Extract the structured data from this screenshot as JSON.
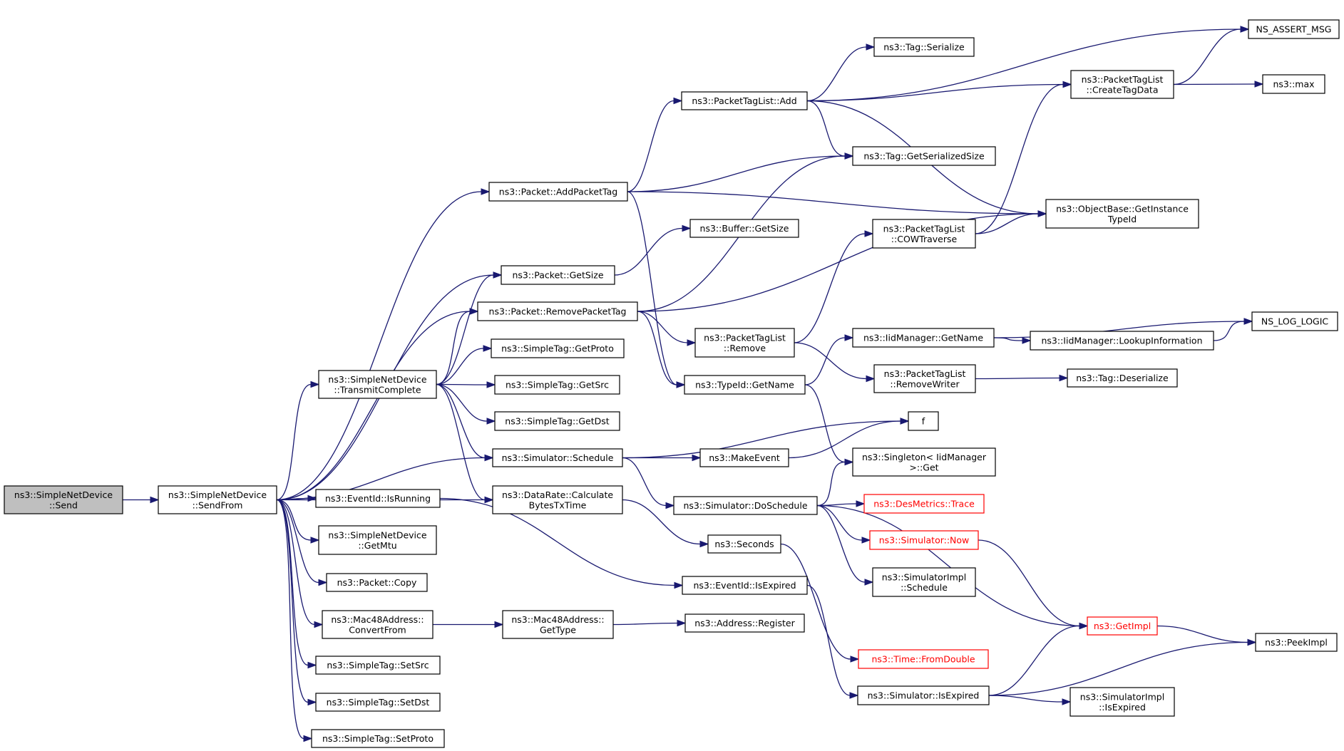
{
  "graph": {
    "colors": {
      "edge": "#191970",
      "node_border": "#000000",
      "root_fill": "#bfbfbf",
      "truncated_border": "#ff0000",
      "truncated_text": "#ff0000",
      "background": "#ffffff"
    },
    "nodes": [
      {
        "id": "send",
        "lines": [
          "ns3::SimpleNetDevice",
          "::Send"
        ],
        "root": true
      },
      {
        "id": "sendfrom",
        "lines": [
          "ns3::SimpleNetDevice",
          "::SendFrom"
        ]
      },
      {
        "id": "txcomplete",
        "lines": [
          "ns3::SimpleNetDevice",
          "::TransmitComplete"
        ]
      },
      {
        "id": "isrunning",
        "lines": [
          "ns3::EventId::IsRunning"
        ]
      },
      {
        "id": "getmtu",
        "lines": [
          "ns3::SimpleNetDevice",
          "::GetMtu"
        ]
      },
      {
        "id": "pcopy",
        "lines": [
          "ns3::Packet::Copy"
        ]
      },
      {
        "id": "convfrom",
        "lines": [
          "ns3::Mac48Address::",
          "ConvertFrom"
        ]
      },
      {
        "id": "setsrc",
        "lines": [
          "ns3::SimpleTag::SetSrc"
        ]
      },
      {
        "id": "setdst",
        "lines": [
          "ns3::SimpleTag::SetDst"
        ]
      },
      {
        "id": "setproto",
        "lines": [
          "ns3::SimpleTag::SetProto"
        ]
      },
      {
        "id": "addpkttag",
        "lines": [
          "ns3::Packet::AddPacketTag"
        ]
      },
      {
        "id": "pgetsize",
        "lines": [
          "ns3::Packet::GetSize"
        ]
      },
      {
        "id": "rmpkttag",
        "lines": [
          "ns3::Packet::RemovePacketTag"
        ]
      },
      {
        "id": "getproto",
        "lines": [
          "ns3::SimpleTag::GetProto"
        ]
      },
      {
        "id": "getsrc",
        "lines": [
          "ns3::SimpleTag::GetSrc"
        ]
      },
      {
        "id": "getdst",
        "lines": [
          "ns3::SimpleTag::GetDst"
        ]
      },
      {
        "id": "schedule",
        "lines": [
          "ns3::Simulator::Schedule"
        ]
      },
      {
        "id": "calcbytes",
        "lines": [
          "ns3::DataRate::Calculate",
          "BytesTxTime"
        ]
      },
      {
        "id": "mgettype",
        "lines": [
          "ns3::Mac48Address::",
          "GetType"
        ]
      },
      {
        "id": "ptladd",
        "lines": [
          "ns3::PacketTagList::Add"
        ]
      },
      {
        "id": "bufgetsize",
        "lines": [
          "ns3::Buffer::GetSize"
        ]
      },
      {
        "id": "ptlremove",
        "lines": [
          "ns3::PacketTagList",
          "::Remove"
        ]
      },
      {
        "id": "typeidgetname",
        "lines": [
          "ns3::TypeId::GetName"
        ]
      },
      {
        "id": "makeevent",
        "lines": [
          "ns3::MakeEvent"
        ]
      },
      {
        "id": "doschedule",
        "lines": [
          "ns3::Simulator::DoSchedule"
        ]
      },
      {
        "id": "seconds",
        "lines": [
          "ns3::Seconds"
        ]
      },
      {
        "id": "evisexpired",
        "lines": [
          "ns3::EventId::IsExpired"
        ]
      },
      {
        "id": "addrregister",
        "lines": [
          "ns3::Address::Register"
        ]
      },
      {
        "id": "tagserialize",
        "lines": [
          "ns3::Tag::Serialize"
        ]
      },
      {
        "id": "taggetsersize",
        "lines": [
          "ns3::Tag::GetSerializedSize"
        ]
      },
      {
        "id": "cowtraverse",
        "lines": [
          "ns3::PacketTagList",
          "::COWTraverse"
        ]
      },
      {
        "id": "iidgetname",
        "lines": [
          "ns3::IidManager::GetName"
        ]
      },
      {
        "id": "removewriter",
        "lines": [
          "ns3::PacketTagList",
          "::RemoveWriter"
        ]
      },
      {
        "id": "f",
        "lines": [
          "f"
        ]
      },
      {
        "id": "singleton",
        "lines": [
          "ns3::Singleton< IidManager",
          ">::Get"
        ]
      },
      {
        "id": "desmetrics",
        "lines": [
          "ns3::DesMetrics::Trace"
        ],
        "truncated": true
      },
      {
        "id": "simnow",
        "lines": [
          "ns3::Simulator::Now"
        ],
        "truncated": true
      },
      {
        "id": "simimplsched",
        "lines": [
          "ns3::SimulatorImpl",
          "::Schedule"
        ]
      },
      {
        "id": "timefromdouble",
        "lines": [
          "ns3::Time::FromDouble"
        ],
        "truncated": true
      },
      {
        "id": "simisexpired",
        "lines": [
          "ns3::Simulator::IsExpired"
        ]
      },
      {
        "id": "createtagdata",
        "lines": [
          "ns3::PacketTagList",
          "::CreateTagData"
        ]
      },
      {
        "id": "objgetinst",
        "lines": [
          "ns3::ObjectBase::GetInstance",
          "TypeId"
        ]
      },
      {
        "id": "lookupinfo",
        "lines": [
          "ns3::IidManager::LookupInformation"
        ]
      },
      {
        "id": "tagdeser",
        "lines": [
          "ns3::Tag::Deserialize"
        ]
      },
      {
        "id": "getimpl",
        "lines": [
          "ns3::GetImpl"
        ],
        "truncated": true
      },
      {
        "id": "simimplisexp",
        "lines": [
          "ns3::SimulatorImpl",
          "::IsExpired"
        ]
      },
      {
        "id": "assertmsg",
        "lines": [
          "NS_ASSERT_MSG"
        ]
      },
      {
        "id": "max",
        "lines": [
          "ns3::max"
        ]
      },
      {
        "id": "loglogic",
        "lines": [
          "NS_LOG_LOGIC"
        ]
      },
      {
        "id": "peekimpl",
        "lines": [
          "ns3::PeekImpl"
        ]
      }
    ],
    "edges": [
      [
        "send",
        "sendfrom"
      ],
      [
        "sendfrom",
        "addpkttag"
      ],
      [
        "sendfrom",
        "pgetsize"
      ],
      [
        "sendfrom",
        "rmpkttag"
      ],
      [
        "sendfrom",
        "txcomplete"
      ],
      [
        "sendfrom",
        "schedule"
      ],
      [
        "sendfrom",
        "calcbytes"
      ],
      [
        "sendfrom",
        "isrunning"
      ],
      [
        "sendfrom",
        "getmtu"
      ],
      [
        "sendfrom",
        "pcopy"
      ],
      [
        "sendfrom",
        "convfrom"
      ],
      [
        "sendfrom",
        "setsrc"
      ],
      [
        "sendfrom",
        "setdst"
      ],
      [
        "sendfrom",
        "setproto"
      ],
      [
        "txcomplete",
        "pgetsize"
      ],
      [
        "txcomplete",
        "rmpkttag"
      ],
      [
        "txcomplete",
        "getproto"
      ],
      [
        "txcomplete",
        "getsrc"
      ],
      [
        "txcomplete",
        "getdst"
      ],
      [
        "txcomplete",
        "schedule"
      ],
      [
        "txcomplete",
        "calcbytes"
      ],
      [
        "isrunning",
        "evisexpired"
      ],
      [
        "convfrom",
        "mgettype"
      ],
      [
        "mgettype",
        "addrregister"
      ],
      [
        "addpkttag",
        "ptladd"
      ],
      [
        "addpkttag",
        "taggetsersize"
      ],
      [
        "addpkttag",
        "objgetinst"
      ],
      [
        "addpkttag",
        "typeidgetname"
      ],
      [
        "pgetsize",
        "bufgetsize"
      ],
      [
        "rmpkttag",
        "taggetsersize"
      ],
      [
        "rmpkttag",
        "objgetinst"
      ],
      [
        "rmpkttag",
        "ptlremove"
      ],
      [
        "rmpkttag",
        "typeidgetname"
      ],
      [
        "schedule",
        "makeevent"
      ],
      [
        "schedule",
        "f"
      ],
      [
        "schedule",
        "doschedule"
      ],
      [
        "calcbytes",
        "seconds"
      ],
      [
        "ptladd",
        "assertmsg"
      ],
      [
        "ptladd",
        "tagserialize"
      ],
      [
        "ptladd",
        "createtagdata"
      ],
      [
        "ptladd",
        "taggetsersize"
      ],
      [
        "ptladd",
        "objgetinst"
      ],
      [
        "ptlremove",
        "cowtraverse"
      ],
      [
        "ptlremove",
        "removewriter"
      ],
      [
        "typeidgetname",
        "iidgetname"
      ],
      [
        "typeidgetname",
        "singleton"
      ],
      [
        "makeevent",
        "f"
      ],
      [
        "doschedule",
        "singleton"
      ],
      [
        "doschedule",
        "desmetrics"
      ],
      [
        "doschedule",
        "simnow"
      ],
      [
        "doschedule",
        "simimplsched"
      ],
      [
        "doschedule",
        "getimpl"
      ],
      [
        "seconds",
        "timefromdouble"
      ],
      [
        "evisexpired",
        "simisexpired"
      ],
      [
        "cowtraverse",
        "createtagdata"
      ],
      [
        "cowtraverse",
        "objgetinst"
      ],
      [
        "iidgetname",
        "loglogic"
      ],
      [
        "iidgetname",
        "lookupinfo"
      ],
      [
        "removewriter",
        "tagdeser"
      ],
      [
        "simnow",
        "getimpl"
      ],
      [
        "simisexpired",
        "getimpl"
      ],
      [
        "simisexpired",
        "peekimpl"
      ],
      [
        "simisexpired",
        "simimplisexp"
      ],
      [
        "createtagdata",
        "assertmsg"
      ],
      [
        "createtagdata",
        "max"
      ],
      [
        "lookupinfo",
        "loglogic"
      ],
      [
        "getimpl",
        "peekimpl"
      ]
    ]
  }
}
